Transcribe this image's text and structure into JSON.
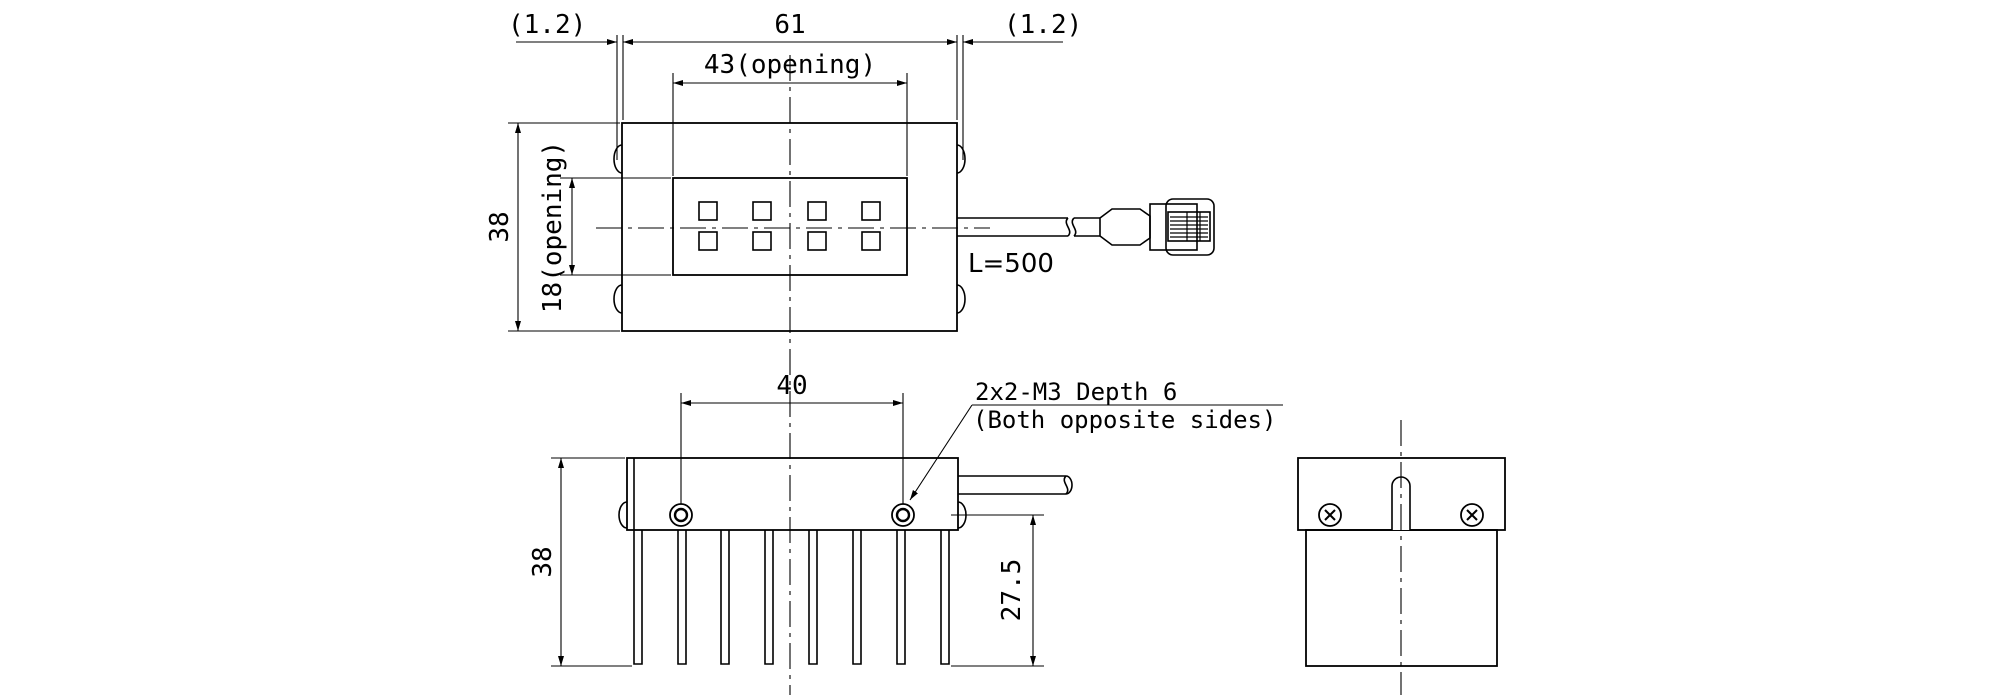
{
  "dimensions": {
    "left_margin": "(1.2)",
    "overall_width": "61",
    "right_margin": "(1.2)",
    "opening_width": "43(opening)",
    "height_top_view": "38",
    "opening_height": "18(opening)",
    "cable_length": "L=500",
    "mount_spacing": "40",
    "height_front_view": "38",
    "fin_length": "27.5"
  },
  "annotations": {
    "tap_spec_line1": "2x2-M3 Depth 6",
    "tap_spec_line2": "(Both opposite sides)"
  },
  "colors": {
    "line": "#000000",
    "background": "#ffffff"
  }
}
